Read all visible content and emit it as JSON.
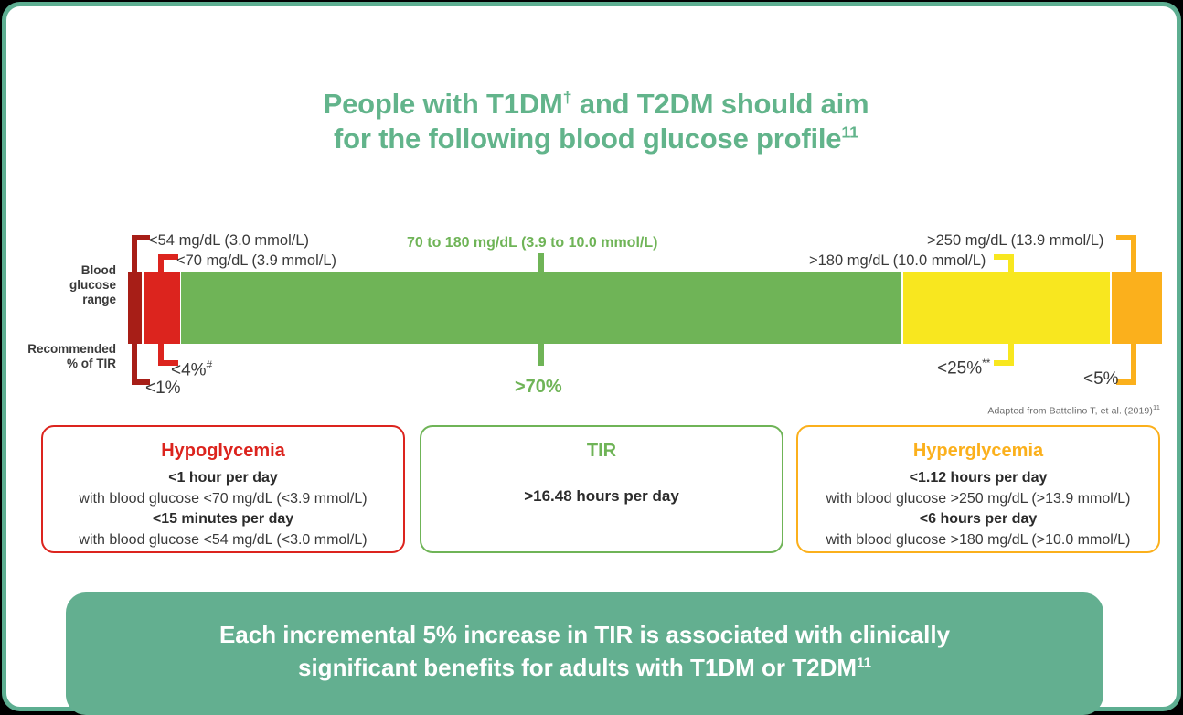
{
  "title": {
    "line1": "People with T1DM",
    "line1_sup": "†",
    "line1_rest": " and T2DM should aim",
    "line2": "for the following blood glucose profile",
    "line2_sup": "11"
  },
  "axis": {
    "blood_glucose_range": "Blood\nglucose\nrange",
    "recommended_tir": "Recommended\n% of TIR"
  },
  "chart_data": {
    "type": "bar",
    "title": "Recommended blood glucose profile / Time in Range targets",
    "orientation": "horizontal-stacked",
    "ylabel": "Blood glucose range / Recommended % of TIR",
    "grid": false,
    "legend": "none",
    "categories": [
      "<54 mg/dL (3.0 mmol/L)",
      "<70 mg/dL (3.9 mmol/L)",
      "70 to 180 mg/dL (3.9 to 10.0 mmol/L)",
      ">180 mg/dL (10.0 mmol/L)",
      ">250 mg/dL (13.9 mmol/L)"
    ],
    "values": [
      1,
      4,
      70,
      25,
      5
    ],
    "value_labels": [
      "<1%",
      "<4%#",
      ">70%",
      "<25%**",
      "<5%"
    ],
    "colors": [
      "#A71E17",
      "#DC241E",
      "#6FB457",
      "#F8E71F",
      "#FBB01C"
    ],
    "segments": [
      {
        "key": "very-low",
        "threshold": "<54 mg/dL (3.0 mmol/L)",
        "percent_label": "<1%",
        "percent_value": 1,
        "color": "#A71E17"
      },
      {
        "key": "low",
        "threshold": "<70 mg/dL (3.9 mmol/L)",
        "percent_label": "<4%",
        "percent_sup": "#",
        "percent_value": 4,
        "color": "#DC241E"
      },
      {
        "key": "target",
        "threshold": "70 to 180 mg/dL (3.9 to 10.0 mmol/L)",
        "percent_label": ">70%",
        "percent_value": 70,
        "color": "#6FB457"
      },
      {
        "key": "high",
        "threshold": ">180 mg/dL (10.0 mmol/L)",
        "percent_label": "<25%",
        "percent_sup": "**",
        "percent_value": 25,
        "color": "#F8E71F"
      },
      {
        "key": "very-high",
        "threshold": ">250 mg/dL (13.9 mmol/L)",
        "percent_label": "<5%",
        "percent_value": 5,
        "color": "#FBB01C"
      }
    ]
  },
  "attribution": {
    "text": "Adapted from Battelino T, et al. (2019)",
    "sup": "11"
  },
  "panels": [
    {
      "id": "hypo",
      "title": "Hypoglycemia",
      "color": "#DC241E",
      "rows": [
        {
          "strong": "<1 hour per day",
          "sub": "with blood glucose <70 mg/dL (<3.9 mmol/L)"
        },
        {
          "strong": "<15 minutes per day",
          "sub": "with blood glucose <54 mg/dL (<3.0 mmol/L)"
        }
      ]
    },
    {
      "id": "tir",
      "title": "TIR",
      "color": "#6FB457",
      "rows": [
        {
          "strong": ">16.48 hours per day",
          "sub": ""
        }
      ]
    },
    {
      "id": "hyper",
      "title": "Hyperglycemia",
      "color": "#FBB01C",
      "rows": [
        {
          "strong": "<1.12 hours per day",
          "sub": "with blood glucose >250 mg/dL (>13.9 mmol/L)"
        },
        {
          "strong": "<6 hours per day",
          "sub": "with blood glucose >180 mg/dL (>10.0 mmol/L)"
        }
      ]
    }
  ],
  "banner": {
    "line1": "Each incremental 5% increase in TIR is associated with clinically",
    "line2": "significant benefits for adults with T1DM or T2DM",
    "sup": "11",
    "color": "#63AF90"
  }
}
